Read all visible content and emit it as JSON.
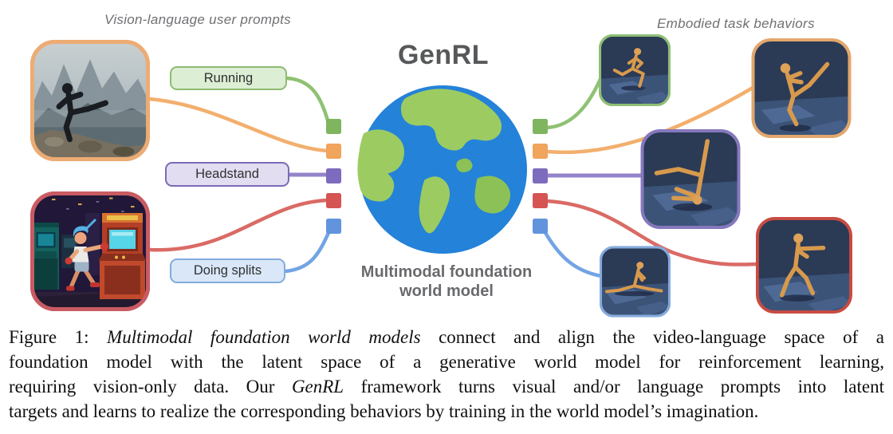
{
  "figure": {
    "left_group_label": "Vision-language user prompts",
    "right_group_label": "Embodied task behaviors",
    "title": "GenRL",
    "subtitle_line1": "Multimodal foundation",
    "subtitle_line2": "world model"
  },
  "prompts": [
    {
      "label": "Running",
      "fill": "#dceed3",
      "border": "#8eba71"
    },
    {
      "label": "Headstand",
      "fill": "#e3ddf2",
      "border": "#7b6ab8"
    },
    {
      "label": "Doing splits",
      "fill": "#d9e7f8",
      "border": "#84abdb"
    }
  ],
  "channels": [
    {
      "name": "running",
      "color": "#7fb55f",
      "line": "#8fc173"
    },
    {
      "name": "kick",
      "color": "#f0a45c",
      "line": "#f3af6d"
    },
    {
      "name": "headstand",
      "color": "#7d6bbd",
      "line": "#9384c9"
    },
    {
      "name": "boxing",
      "color": "#d65454",
      "line": "#da6a65"
    },
    {
      "name": "splits",
      "color": "#6194dc",
      "line": "#72a4e4"
    }
  ],
  "source_images": [
    {
      "name": "martial-artist-kick-photo",
      "border": "#edac74"
    },
    {
      "name": "arcade-boxer-illustration",
      "border": "#c95b63"
    }
  ],
  "behavior_images": [
    {
      "name": "humanoid-running",
      "border": "#8fbf75"
    },
    {
      "name": "humanoid-kick",
      "border": "#e2a76c"
    },
    {
      "name": "humanoid-headstand",
      "border": "#8678bd"
    },
    {
      "name": "humanoid-splits",
      "border": "#85abdd"
    },
    {
      "name": "humanoid-boxing",
      "border": "#c94b42"
    }
  ],
  "globe": {
    "ocean": "#2482d8",
    "land": "#9ccb62",
    "land_dark": "#8cc157"
  },
  "caption": {
    "lines": [
      {
        "justify": true,
        "segments": [
          {
            "t": "Figure 1: ",
            "i": false
          },
          {
            "t": "Multimodal foundation world models",
            "i": true
          },
          {
            "t": " connect and align the video-language space of a",
            "i": false
          }
        ]
      },
      {
        "justify": true,
        "segments": [
          {
            "t": "foundation model with the latent space of a generative world model for reinforcement learning,",
            "i": false
          }
        ]
      },
      {
        "justify": true,
        "segments": [
          {
            "t": "requiring vision-only data. Our ",
            "i": false
          },
          {
            "t": "GenRL",
            "i": true
          },
          {
            "t": " framework turns visual and/or language prompts into latent",
            "i": false
          }
        ]
      },
      {
        "justify": false,
        "segments": [
          {
            "t": "targets and learns to realize the corresponding behaviors by training in the world model’s imagination.",
            "i": false
          }
        ]
      }
    ]
  }
}
